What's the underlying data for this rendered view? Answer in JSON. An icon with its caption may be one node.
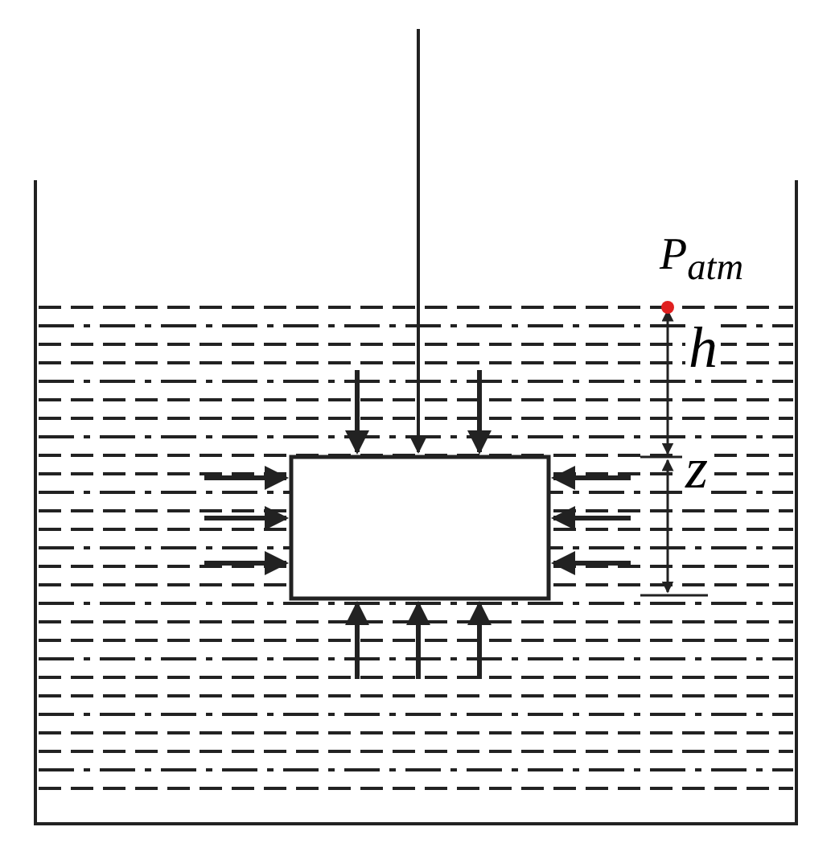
{
  "diagram": {
    "labels": [
      "P$_{atm}$",
      "h",
      "z"
    ]
  }
}
